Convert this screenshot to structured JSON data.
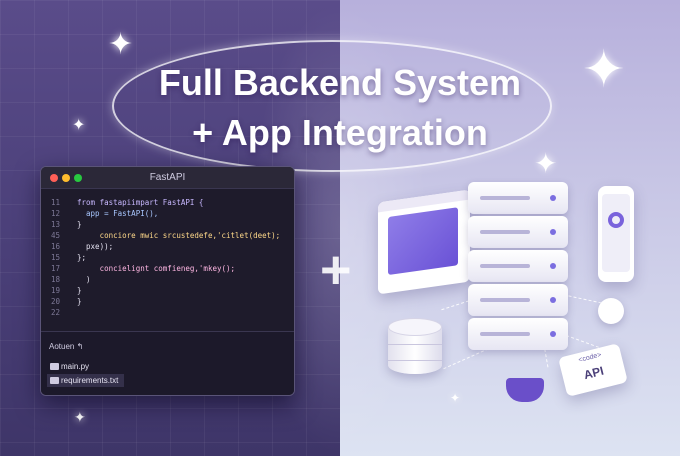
{
  "title": {
    "line1": "Full Backend System",
    "line2": "+ App Integration"
  },
  "editor": {
    "window_title": "FastAPI",
    "code_lines": [
      {
        "num": "11",
        "text": "from fastapiimpart FastAPI {"
      },
      {
        "num": "12",
        "text": "  app = FastAPI(),"
      },
      {
        "num": "13",
        "text": "}"
      },
      {
        "num": "45",
        "text": "     conciore mwic srcustedefe,'citlet(deet);"
      },
      {
        "num": "16",
        "text": "  pxe));"
      },
      {
        "num": "15",
        "text": "};"
      },
      {
        "num": "17",
        "text": "     concielignt comfieneg,'mkey();"
      },
      {
        "num": "18",
        "text": "  )"
      },
      {
        "num": "19",
        "text": "}"
      },
      {
        "num": "20",
        "text": "}"
      },
      {
        "num": "22",
        "text": ""
      }
    ],
    "files_header": "Aotuen ↰",
    "files": [
      {
        "name": "main.py",
        "selected": false
      },
      {
        "name": "requirements.txt",
        "selected": true
      }
    ]
  },
  "plus_symbol": "+",
  "api_badge": {
    "small": "<code>",
    "label": "API"
  },
  "colors": {
    "accent": "#7a63dc",
    "editor_bg": "#1e1b2b",
    "left_bg": "#4b3f78",
    "right_bg": "#d6dcef"
  },
  "icons": [
    "sparkle-icon",
    "folder-icon",
    "database-icon",
    "server-icon",
    "docker-icon",
    "phone-icon",
    "browser-icon"
  ]
}
